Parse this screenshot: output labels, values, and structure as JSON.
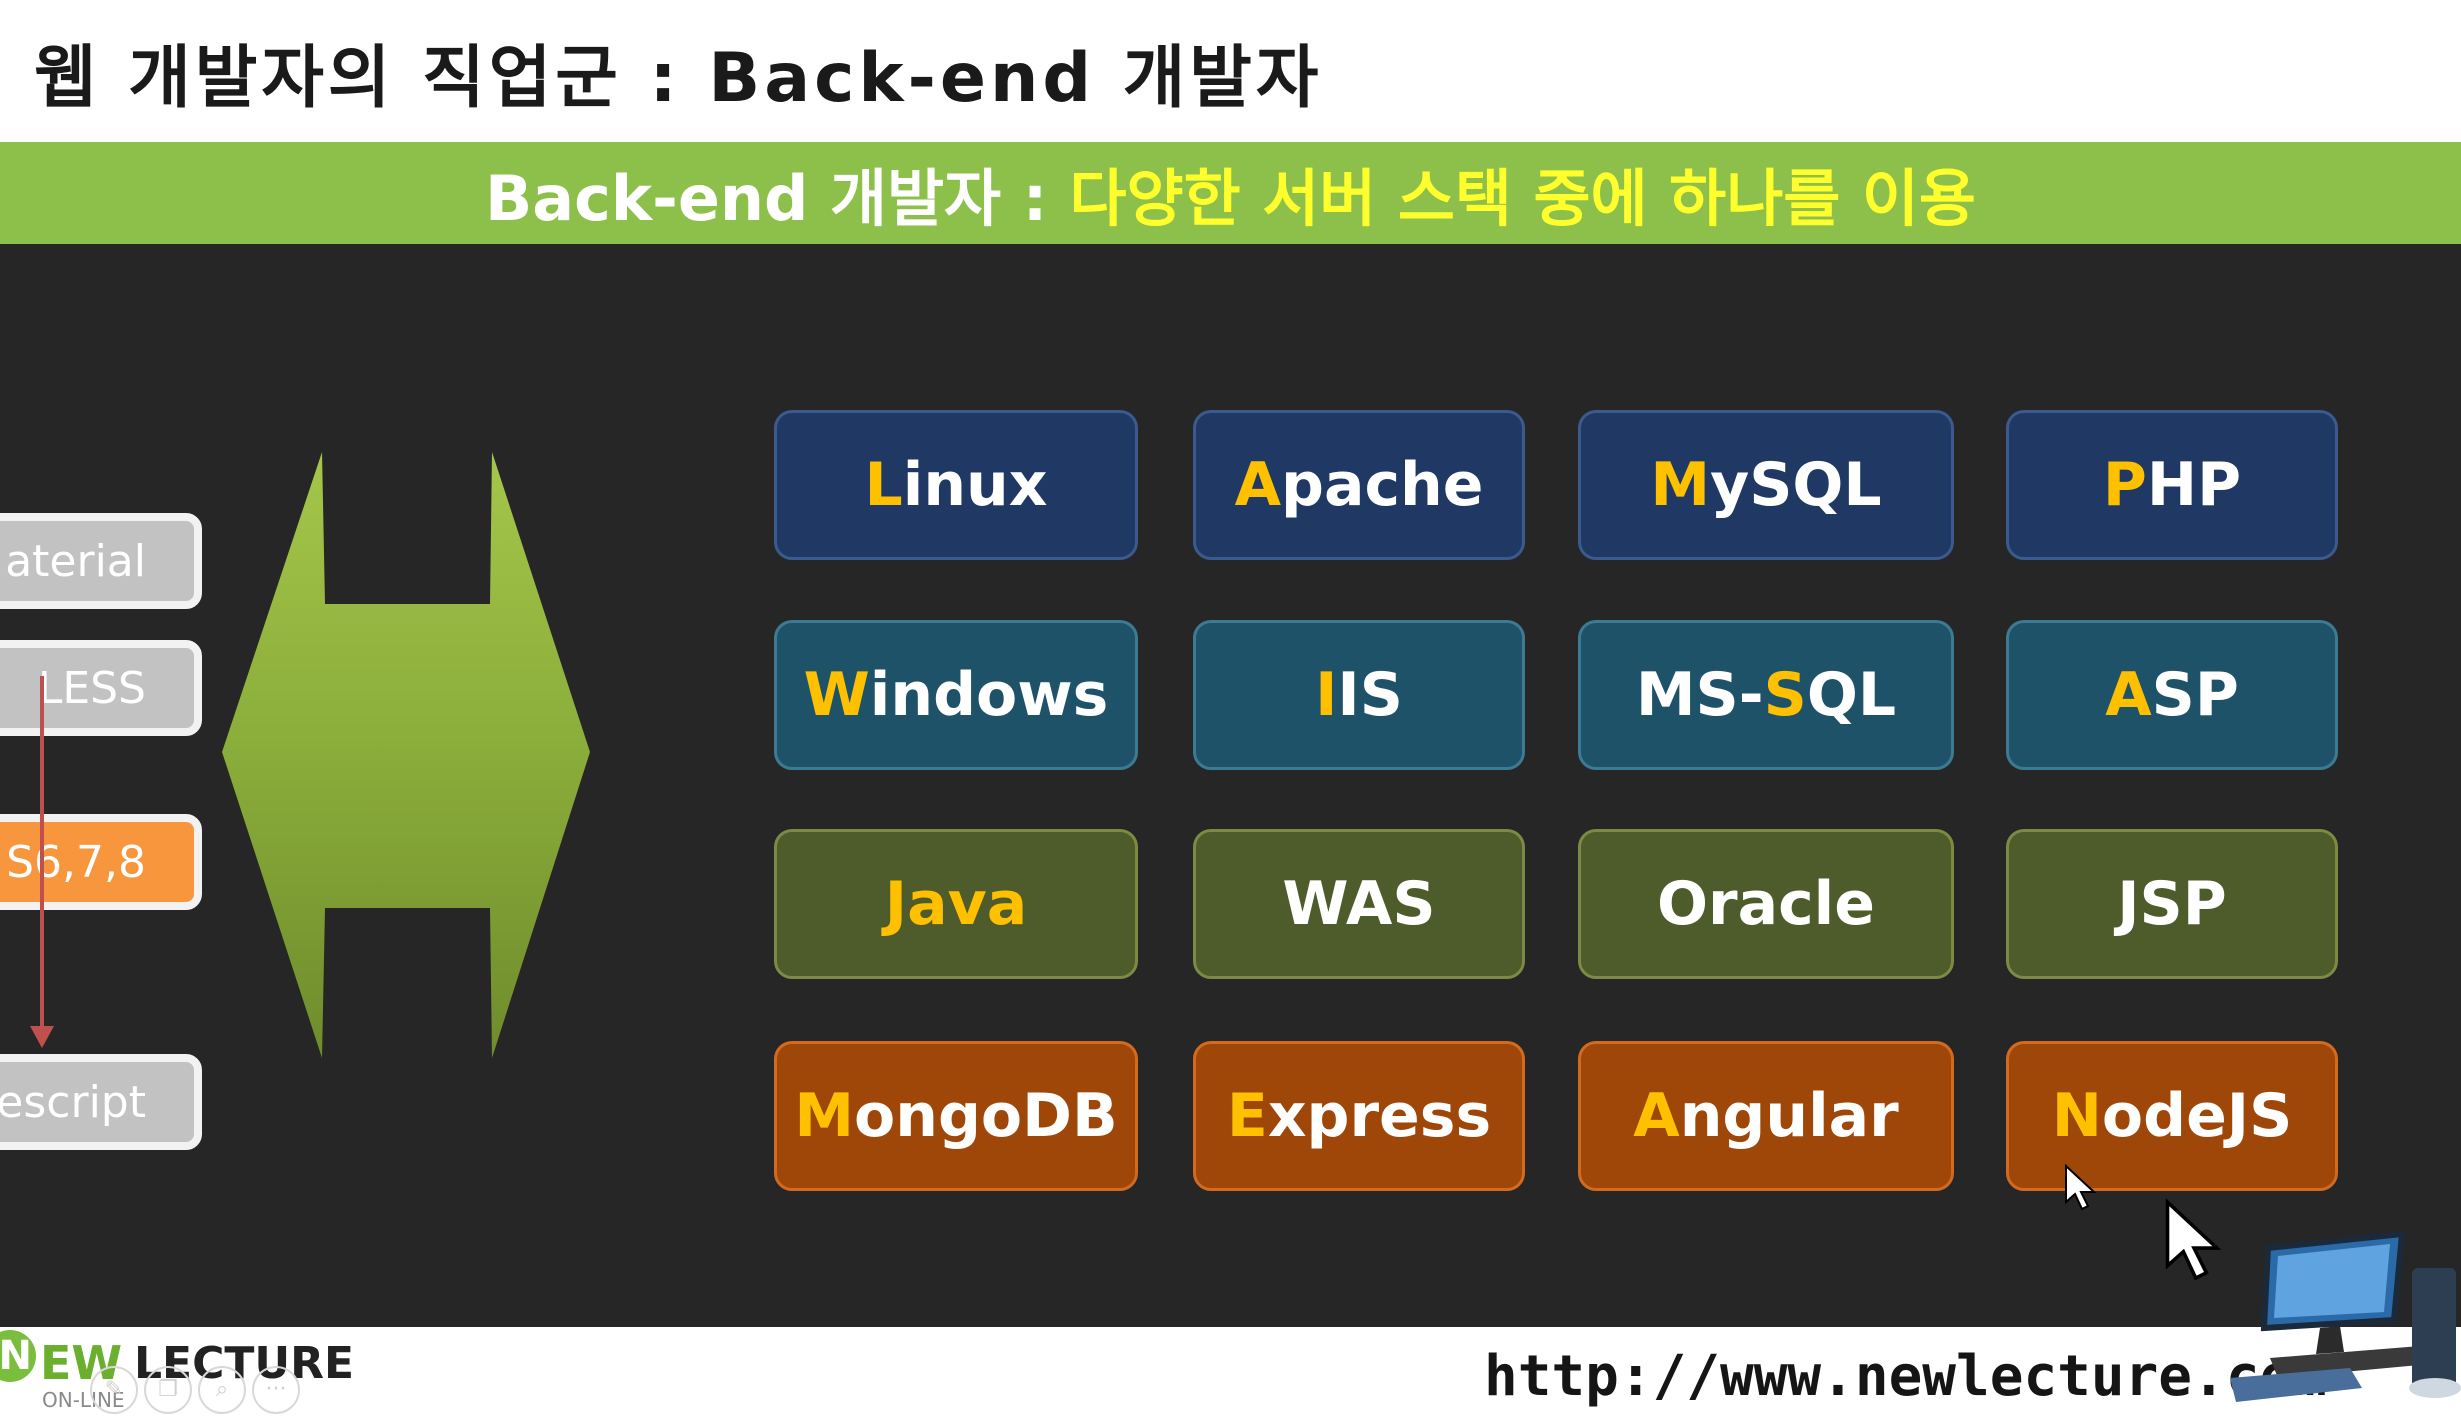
{
  "header": {
    "title": "웹 개발자의 직업군 : Back-end 개발자",
    "subtitle_prefix": "Back-end 개발자 :",
    "subtitle_highlight": "다양한 서버 스택 중에 하나를 이용"
  },
  "left_panel": {
    "items": [
      {
        "label": "aterial",
        "style": "gray"
      },
      {
        "label": "LESS",
        "style": "gray"
      },
      {
        "label": "S6,7,8",
        "style": "orange"
      },
      {
        "label": "pescript",
        "style": "gray"
      }
    ]
  },
  "stack_grid": {
    "rows": [
      {
        "cells": [
          {
            "first": "L",
            "rest": "inux"
          },
          {
            "first": "A",
            "rest": "pache"
          },
          {
            "first": "M",
            "rest": "ySQL"
          },
          {
            "first": "P",
            "rest": "HP"
          }
        ]
      },
      {
        "cells": [
          {
            "first": "W",
            "rest": "indows"
          },
          {
            "first": "I",
            "rest": "IS"
          },
          {
            "pre": "MS-",
            "first": "S",
            "rest": "QL"
          },
          {
            "first": "A",
            "rest": "SP"
          }
        ]
      },
      {
        "cells": [
          {
            "first": "Java",
            "rest": ""
          },
          {
            "first": "",
            "rest": "WAS"
          },
          {
            "first": "",
            "rest": "Oracle"
          },
          {
            "first": "",
            "rest": "JSP"
          }
        ]
      },
      {
        "cells": [
          {
            "first": "M",
            "rest": "ongoDB"
          },
          {
            "first": "E",
            "rest": "xpress"
          },
          {
            "first": "A",
            "rest": "ngular"
          },
          {
            "first": "N",
            "rest": "odeJS"
          }
        ]
      }
    ]
  },
  "footer": {
    "logo_circle_letter": "N",
    "logo_ew": "EW",
    "logo_lecture": "LECTURE",
    "logo_online": "ON-LINE",
    "url": "http://www.newlecture.com"
  },
  "colors": {
    "subtitle_bar": "#8cc04a",
    "highlight_yellow": "#ffff2e",
    "stack_highlight": "#ffc000",
    "stage_bg": "#262626"
  }
}
